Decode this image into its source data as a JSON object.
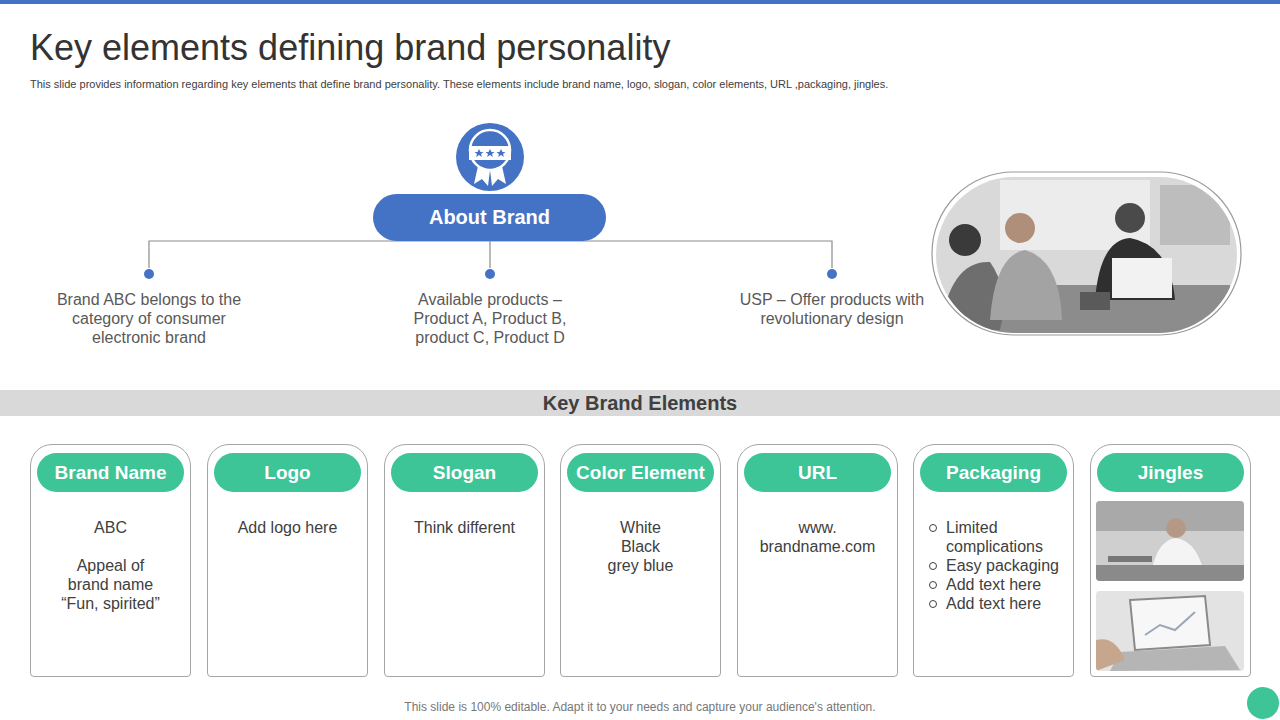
{
  "diagram": {
    "title": "Key elements defining brand personality",
    "caption": "This slide provides information regarding key elements that define brand personality. These elements include brand name, logo, slogan, color elements, URL ,packaging, jingles.",
    "nodes": [
      {
        "text": [
          "About Brand"
        ]
      },
      {
        "text": [
          "Brand ABC belongs to the category of consumer electronic brand"
        ]
      },
      {
        "text": [
          "Available products – Product A, Product B, product C, Product D"
        ]
      },
      {
        "text": [
          "USP – Offer products with revolutionary design"
        ]
      },
      {
        "text": [
          "Key Brand Elements"
        ]
      },
      {
        "text": [
          "ABC",
          "Appeal of brand name “Fun, spirited”"
        ]
      },
      {
        "text": [
          "Brand Name"
        ],
        "in": 5
      },
      {
        "text": [
          "Add logo here"
        ]
      },
      {
        "text": [
          "Logo"
        ],
        "in": 7
      },
      {
        "text": [
          "Think different"
        ]
      },
      {
        "text": [
          "Slogan"
        ],
        "in": 9
      },
      {
        "text": [
          "White Black grey blue"
        ]
      },
      {
        "text": [
          "Color Element"
        ],
        "in": 11
      },
      {
        "text": [
          "www. brandname.com"
        ]
      },
      {
        "text": [
          "URL"
        ],
        "in": 13
      },
      {
        "text": [
          "Limited complications",
          "Easy packaging",
          "Add text here",
          "Add text here"
        ]
      },
      {
        "text": [
          "Packaging"
        ],
        "in": 15
      },
      {
        "text": []
      },
      {
        "text": [
          "Jingles"
        ],
        "in": 17
      }
    ],
    "edges": [
      {
        "from": 0,
        "to": 1,
        "arrow": "none"
      },
      {
        "from": 0,
        "to": 2,
        "arrow": "none"
      },
      {
        "from": 0,
        "to": 3,
        "arrow": "none"
      }
    ],
    "labels": [
      "This slide is 100% editable. Adapt it to your needs and capture your audience's attention."
    ]
  }
}
